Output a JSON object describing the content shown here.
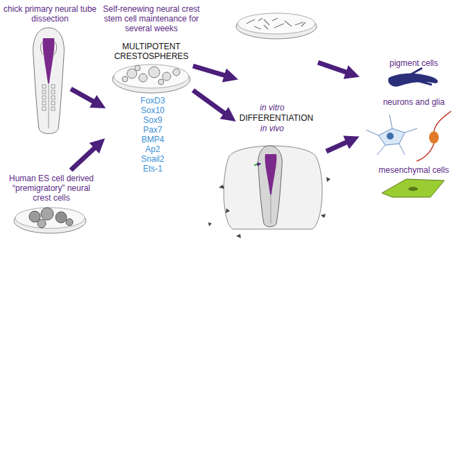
{
  "diagram": {
    "labels": [
      "chick primary neural tube dissection",
      "Self-renewing neural crest stem cell maintenance for several weeks",
      "MULTIPOTENT CRESTOSPHERES",
      "FoxD3",
      "Sox10",
      "Sox9",
      "Pax7",
      "BMP4",
      "Ap2",
      "Snail2",
      "Ets-1",
      "Human ES cell derived “premigratory” neural crest cells",
      "in vitro",
      "DIFFERENTIATION",
      "in vivo",
      "pigment cells",
      "neurons and glia",
      "mesenchymal cells"
    ]
  }
}
